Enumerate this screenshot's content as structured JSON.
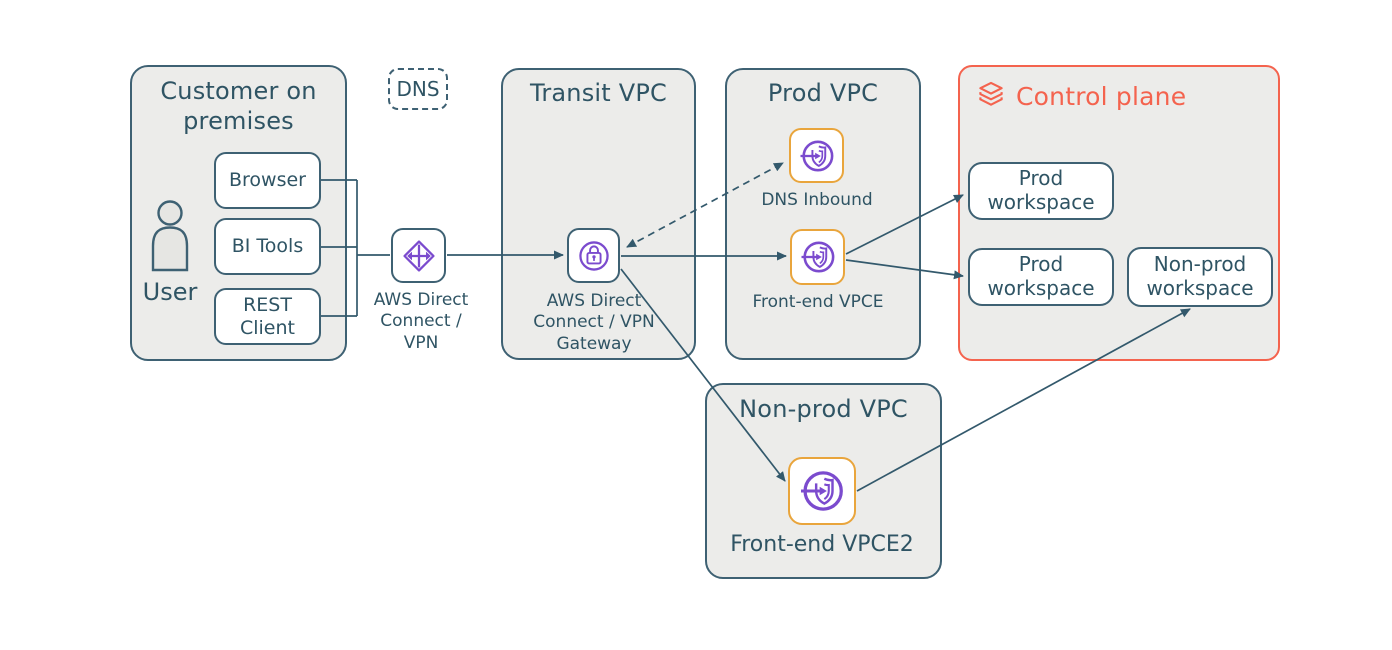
{
  "colors": {
    "slate": "#2F5464",
    "border_slate": "#3E6173",
    "coral": "#F4634E",
    "purple": "#7B4BCE",
    "amber": "#E9A53C",
    "group_fill": "#ECECEA",
    "background": "#FFFFFF"
  },
  "nodes": {
    "dns_badge": {
      "label": "DNS"
    },
    "customer": {
      "title": "Customer on premises",
      "user_label": "User",
      "clients": [
        "Browser",
        "BI Tools",
        "REST Client"
      ]
    },
    "direct_connect": {
      "caption": "AWS Direct Connect / VPN"
    },
    "transit_vpc": {
      "title": "Transit VPC",
      "gateway_caption": "AWS Direct Connect / VPN Gateway"
    },
    "prod_vpc": {
      "title": "Prod VPC",
      "dns_inbound_caption": "DNS Inbound",
      "vpce_caption": "Front-end VPCE"
    },
    "control_plane": {
      "title": "Control plane",
      "workspaces": [
        "Prod workspace",
        "Prod workspace",
        "Non-prod workspace"
      ]
    },
    "nonprod_vpc": {
      "title": "Non-prod VPC",
      "vpce2_caption": "Front-end VPCE2"
    }
  },
  "edges": [
    {
      "from": "browser",
      "to": "client-bus",
      "style": "line"
    },
    {
      "from": "bi-tools",
      "to": "client-bus",
      "style": "line"
    },
    {
      "from": "rest-client",
      "to": "client-bus",
      "style": "line"
    },
    {
      "from": "client-bus",
      "to": "aws-direct-connect",
      "style": "line"
    },
    {
      "from": "aws-direct-connect",
      "to": "vpn-gateway",
      "style": "arrow"
    },
    {
      "from": "vpn-gateway",
      "to": "dns-inbound",
      "style": "dashed-double-arrow"
    },
    {
      "from": "vpn-gateway",
      "to": "front-end-vpce",
      "style": "arrow"
    },
    {
      "from": "vpn-gateway",
      "to": "front-end-vpce2",
      "style": "arrow"
    },
    {
      "from": "front-end-vpce",
      "to": "prod-workspace-1",
      "style": "arrow"
    },
    {
      "from": "front-end-vpce",
      "to": "prod-workspace-2",
      "style": "arrow"
    },
    {
      "from": "front-end-vpce2",
      "to": "non-prod-workspace",
      "style": "arrow"
    }
  ]
}
